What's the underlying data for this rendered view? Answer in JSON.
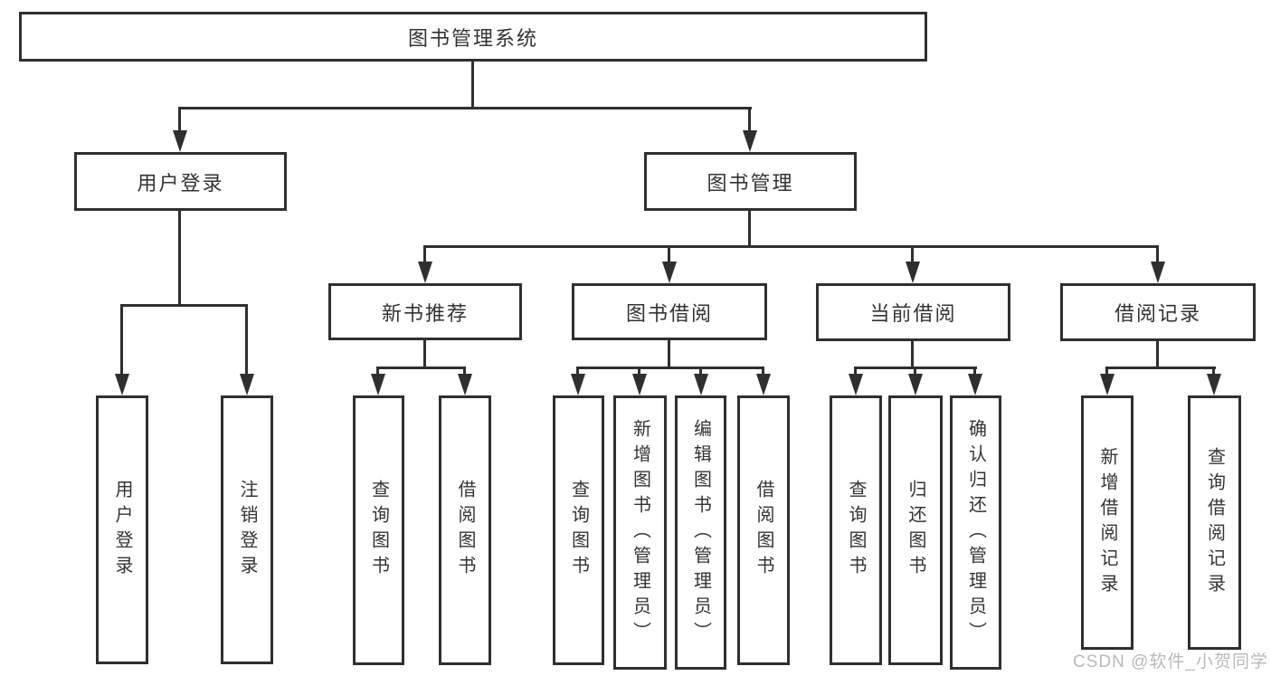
{
  "page": {
    "background": "#ffffff"
  },
  "colors": {
    "line": "#2f2f2f",
    "text": "#333333",
    "box_background": "#ffffff"
  },
  "watermark": {
    "text": "CSDN @软件_小贺同学",
    "color": "#b9b9b9"
  },
  "tree": {
    "root": {
      "label": "图书管理系统"
    },
    "branches": [
      {
        "label": "用户登录",
        "children": [
          {
            "label": "用户登录"
          },
          {
            "label": "注销登录"
          }
        ]
      },
      {
        "label": "图书管理",
        "children": [
          {
            "label": "新书推荐",
            "children": [
              {
                "label": "查询图书"
              },
              {
                "label": "借阅图书"
              }
            ]
          },
          {
            "label": "图书借阅",
            "children": [
              {
                "label": "查询图书"
              },
              {
                "label": "新增图书（管理员）"
              },
              {
                "label": "编辑图书（管理员）"
              },
              {
                "label": "借阅图书"
              }
            ]
          },
          {
            "label": "当前借阅",
            "children": [
              {
                "label": "查询图书"
              },
              {
                "label": "归还图书"
              },
              {
                "label": "确认归还（管理员）"
              }
            ]
          },
          {
            "label": "借阅记录",
            "children": [
              {
                "label": "新增借阅记录"
              },
              {
                "label": "查询借阅记录"
              }
            ]
          }
        ]
      }
    ]
  }
}
